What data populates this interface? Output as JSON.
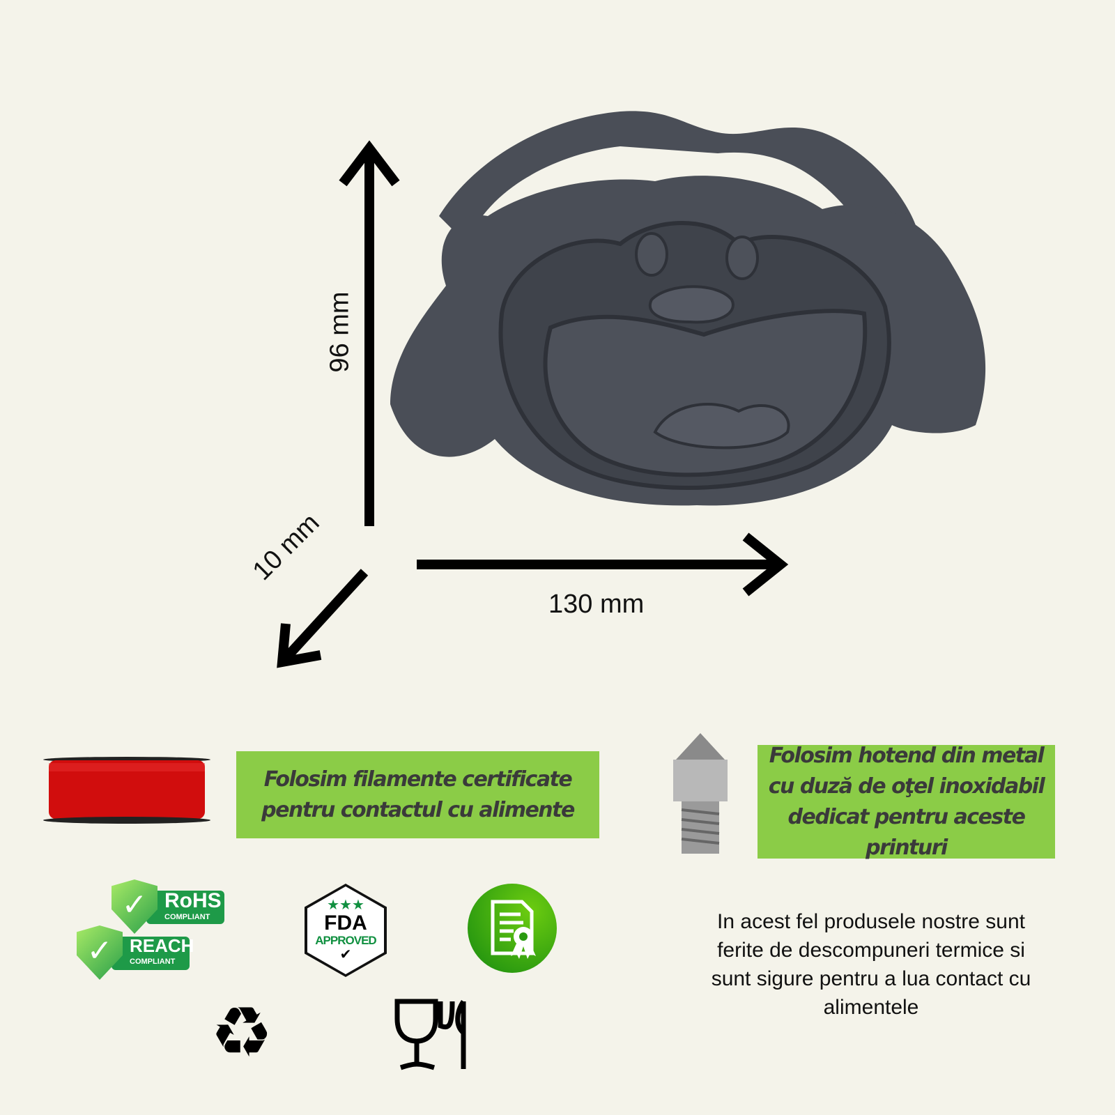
{
  "dimensions": {
    "height": "96 mm",
    "width": "130 mm",
    "depth": "10 mm"
  },
  "features": [
    {
      "text": "Folosim filamente certificate pentru contactul cu alimente",
      "icon": "filament-spool-icon"
    },
    {
      "text": "Folosim hotend din metal cu duză de oţel inoxidabil dedicat pentru aceste printuri",
      "icon": "nozzle-icon"
    }
  ],
  "badges": {
    "rohs": {
      "title": "RoHS",
      "sub": "COMPLIANT"
    },
    "reach": {
      "title": "REACH",
      "sub": "COMPLIANT"
    },
    "fda": {
      "title": "FDA",
      "sub": "APPROVED"
    }
  },
  "info_text": "In acest fel produsele nostre sunt ferite de descompuneri termice si sunt sigure  pentru a lua contact cu alimentele",
  "colors": {
    "background": "#f4f3ea",
    "green_box": "#8bcc47",
    "product": "#4a4e57",
    "badge_green": "#1e9a48"
  }
}
